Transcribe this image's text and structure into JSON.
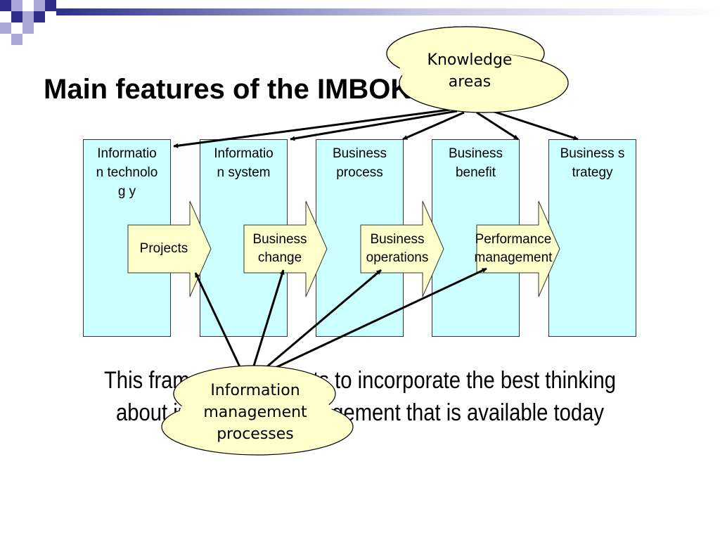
{
  "title": "Main features of the IMBOK",
  "colors": {
    "column_fill": "#ccffff",
    "arrow_fill": "#ffffcc",
    "cloud_fill": "#ffffcc",
    "deco_navy": "#2e2e8a",
    "deco_lavender": "#a7a8d9"
  },
  "columns": [
    {
      "label": "Informatio n technolog y"
    },
    {
      "label": "Informatio n system"
    },
    {
      "label": "Business process"
    },
    {
      "label": "Business benefit"
    },
    {
      "label": "Business strategy"
    }
  ],
  "process_arrows": [
    {
      "label": "Projects"
    },
    {
      "label": "Business change"
    },
    {
      "label": "Business operations"
    },
    {
      "label": "Performance management"
    }
  ],
  "knowledge_cloud": {
    "label": "Knowledge areas"
  },
  "process_cloud": {
    "label": "Information management processes"
  },
  "caption": "This framework attempts to incorporate the best thinking about information management that is available today"
}
